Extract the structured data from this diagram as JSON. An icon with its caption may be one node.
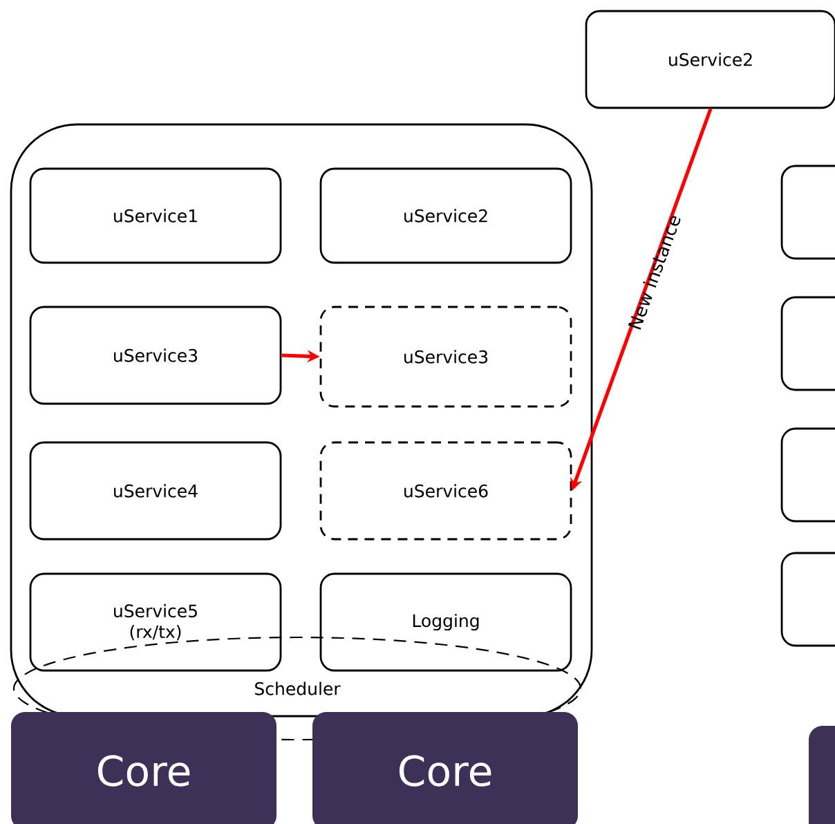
{
  "diagram": {
    "nodes": [
      {
        "text": [],
        "shape": "box"
      },
      {
        "text": [
          "uService1"
        ],
        "in": 0
      },
      {
        "text": [
          "uService2"
        ],
        "in": 0
      },
      {
        "text": [
          "uService3"
        ],
        "in": 0
      },
      {
        "text": [
          "uService3"
        ],
        "in": 0
      },
      {
        "text": [
          "uService4"
        ],
        "in": 0
      },
      {
        "text": [
          "uService6"
        ],
        "in": 0
      },
      {
        "text": [
          "uService5 (rx/tx)"
        ],
        "in": 0
      },
      {
        "text": [
          "Logging"
        ],
        "in": 0
      },
      {
        "text": [
          "Scheduler"
        ]
      },
      {
        "text": [
          "Core"
        ]
      },
      {
        "text": [
          "Core"
        ]
      },
      {
        "text": [
          "uService2"
        ]
      },
      {
        "text": [],
        "shape": "box"
      },
      {
        "text": [],
        "shape": "box"
      },
      {
        "text": [],
        "shape": "box"
      },
      {
        "text": [],
        "shape": "box"
      },
      {
        "text": [],
        "shape": "box"
      }
    ],
    "edges": [
      {
        "from": 3,
        "to": 4,
        "arrow": "to",
        "color": "#ff0000"
      },
      {
        "from": 12,
        "to": 6,
        "arrow": "to",
        "color": "#ff0000",
        "label": "New instance"
      }
    ]
  }
}
